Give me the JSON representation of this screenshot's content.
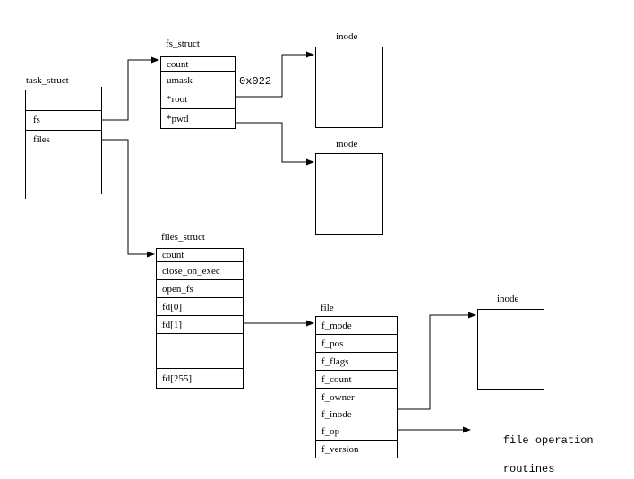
{
  "diagram": {
    "colors": {
      "background": "#ffffff",
      "line": "#000000",
      "text": "#000000"
    },
    "task_struct": {
      "title": "task_struct",
      "rows": [
        "fs",
        "files"
      ]
    },
    "fs_struct": {
      "title": "fs_struct",
      "rows": [
        "count",
        "umask",
        "*root",
        "*pwd"
      ],
      "umask_value": "0x022"
    },
    "files_struct": {
      "title": "files_struct",
      "rows": [
        "count",
        "close_on_exec",
        "open_fs",
        "fd[0]",
        "fd[1]",
        "",
        "fd[255]"
      ]
    },
    "file": {
      "title": "file",
      "rows": [
        "f_mode",
        "f_pos",
        "f_flags",
        "f_count",
        "f_owner",
        "f_inode",
        "f_op",
        "f_version"
      ]
    },
    "inode_top": {
      "title": "inode"
    },
    "inode_middle": {
      "title": "inode"
    },
    "inode_bottom": {
      "title": "inode"
    },
    "file_operation_routines": {
      "line1": "file operation",
      "line2": "routines"
    }
  }
}
